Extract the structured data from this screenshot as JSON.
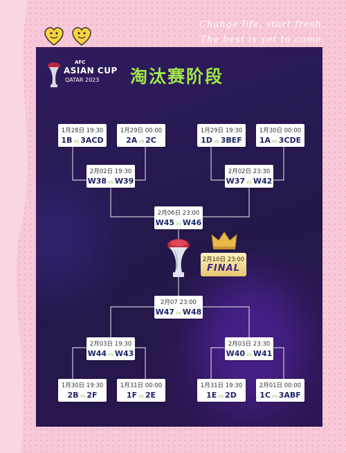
{
  "slogan": {
    "line1": "Change life, start fresh.",
    "line2": "The best is yet to come."
  },
  "logo": {
    "org": "AFC",
    "name": "ASIAN CUP",
    "sub": "QATAR 2023"
  },
  "title": "淘汰赛阶段",
  "vs": "vs",
  "r16": [
    {
      "date": "1月28日 19:30",
      "a": "1B",
      "b": "3ACD"
    },
    {
      "date": "1月29日 00:00",
      "a": "2A",
      "b": "2C"
    },
    {
      "date": "1月29日 19:30",
      "a": "1D",
      "b": "3BEF"
    },
    {
      "date": "1月30日 00:00",
      "a": "1A",
      "b": "3CDE"
    },
    {
      "date": "1月30日 19:30",
      "a": "2B",
      "b": "2F"
    },
    {
      "date": "1月31日 00:00",
      "a": "1F",
      "b": "2E"
    },
    {
      "date": "1月31日 19:30",
      "a": "1E",
      "b": "2D"
    },
    {
      "date": "2月01日 00:00",
      "a": "1C",
      "b": "3ABF"
    }
  ],
  "qf": [
    {
      "date": "2月02日 19:30",
      "a": "W38",
      "b": "W39"
    },
    {
      "date": "2月02日 23:30",
      "a": "W37",
      "b": "W42"
    },
    {
      "date": "2月03日 19:30",
      "a": "W44",
      "b": "W43"
    },
    {
      "date": "2月03日 23:30",
      "a": "W40",
      "b": "W41"
    }
  ],
  "sf": [
    {
      "date": "2月06日 23:00",
      "a": "W45",
      "b": "W46"
    },
    {
      "date": "2月07  23:00",
      "a": "W47",
      "b": "W48"
    }
  ],
  "final": {
    "date": "2月10日 23:00",
    "label": "FINAL"
  },
  "colors": {
    "panel": "#2a1a55",
    "accent": "#9fe74b",
    "match": "#1b2466",
    "vs": "#9ac25a",
    "line": "#c9c9d9"
  }
}
